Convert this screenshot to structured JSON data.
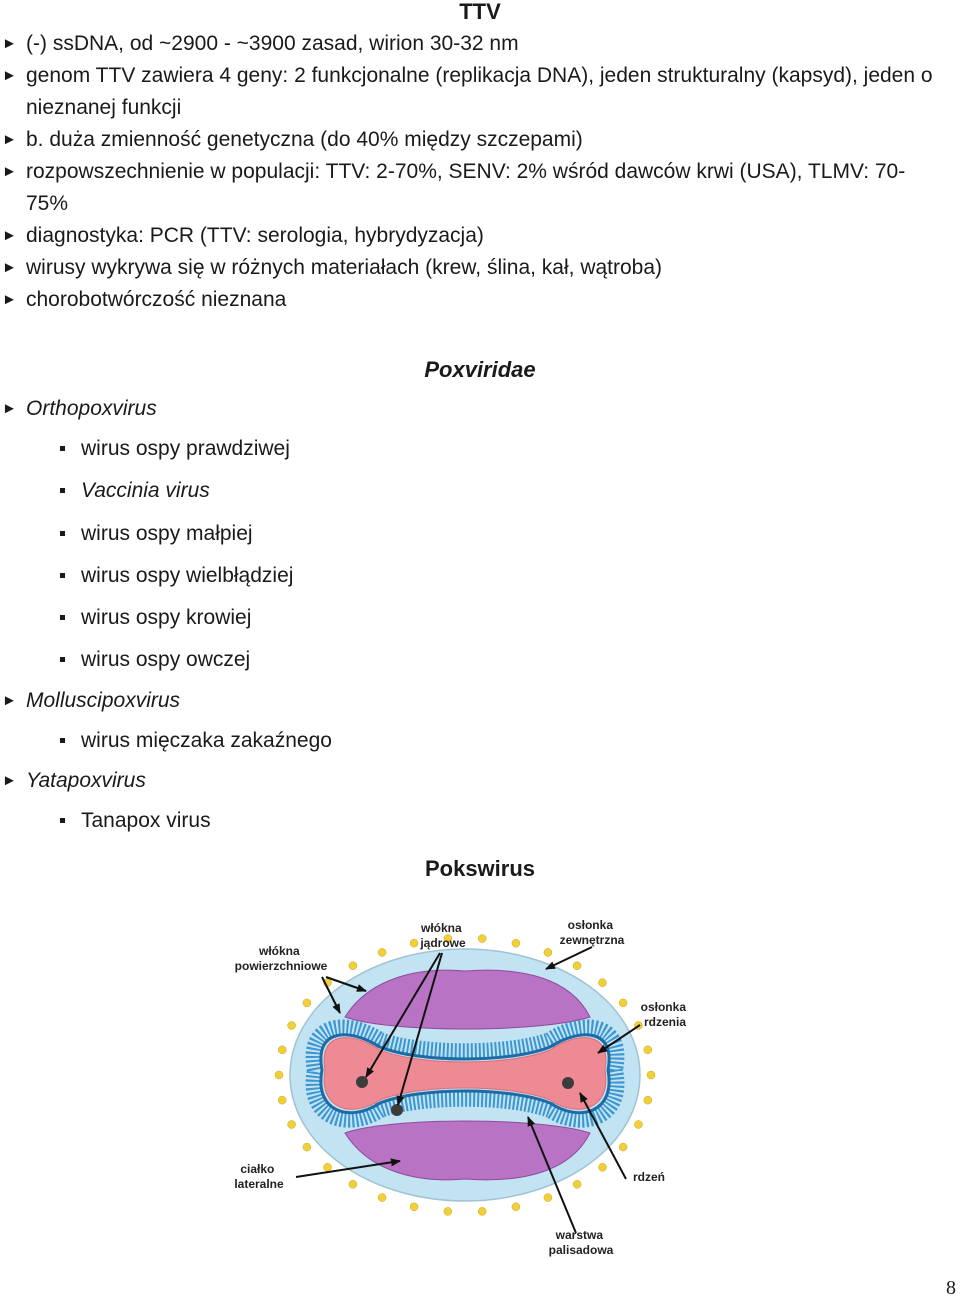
{
  "ttv": {
    "title": "TTV",
    "items": [
      "(-) ssDNA, od ~2900 - ~3900 zasad, wirion 30-32 nm",
      "genom TTV zawiera 4 geny: 2 funkcjonalne (replikacja DNA), jeden strukturalny (kapsyd), jeden o nieznanej funkcji",
      "b. duża zmienność genetyczna (do 40% między szczepami)",
      "rozpowszechnienie w populacji: TTV: 2-70%, SENV: 2% wśród dawców krwi (USA), TLMV: 70-75%",
      "diagnostyka: PCR (TTV: serologia, hybrydyzacja)",
      "wirusy wykrywa się w różnych materiałach (krew, ślina, kał, wątroba)",
      "chorobotwórczość nieznana"
    ]
  },
  "poxviridae": {
    "title": "Poxviridae",
    "genera": [
      {
        "name": "Orthopoxvirus",
        "species": [
          {
            "name": "wirus ospy prawdziwej",
            "italic": false
          },
          {
            "name": "Vaccinia virus",
            "italic": true
          },
          {
            "name": "wirus ospy małpiej",
            "italic": false
          },
          {
            "name": "wirus ospy wielbłądziej",
            "italic": false
          },
          {
            "name": "wirus ospy krowiej",
            "italic": false
          },
          {
            "name": "wirus ospy owczej",
            "italic": false
          }
        ]
      },
      {
        "name": "Molluscipoxvirus",
        "species": [
          {
            "name": "wirus mięczaka zakaźnego",
            "italic": false
          }
        ]
      },
      {
        "name": "Yatapoxvirus",
        "species": [
          {
            "name": "Tanapox virus",
            "italic": false
          }
        ]
      }
    ]
  },
  "pokswirus": {
    "title": "Pokswirus",
    "labels": {
      "wlokna_powierzchniowe": [
        "włókna",
        "powierzchniowe"
      ],
      "wlokna_jadrowe": [
        "włókna",
        "jądrowe"
      ],
      "oslonka_zewnetrzna": [
        "osłonka",
        "zewnętrzna"
      ],
      "oslonka_rdzenia": [
        "osłonka",
        "rdzenia"
      ],
      "cialko_lateralne": [
        "ciałko",
        "lateralne"
      ],
      "rdzen": [
        "rdzeń"
      ],
      "warstwa_palisadowa": [
        "warstwa",
        "palisadowa"
      ]
    },
    "colors": {
      "outer_fill": "#c2e3f2",
      "lateral_body": "#b873c4",
      "core": "#ee8a93",
      "palisade": "#3b96d2",
      "surface_fiber": "#f0cf39"
    }
  },
  "page_number": "8"
}
